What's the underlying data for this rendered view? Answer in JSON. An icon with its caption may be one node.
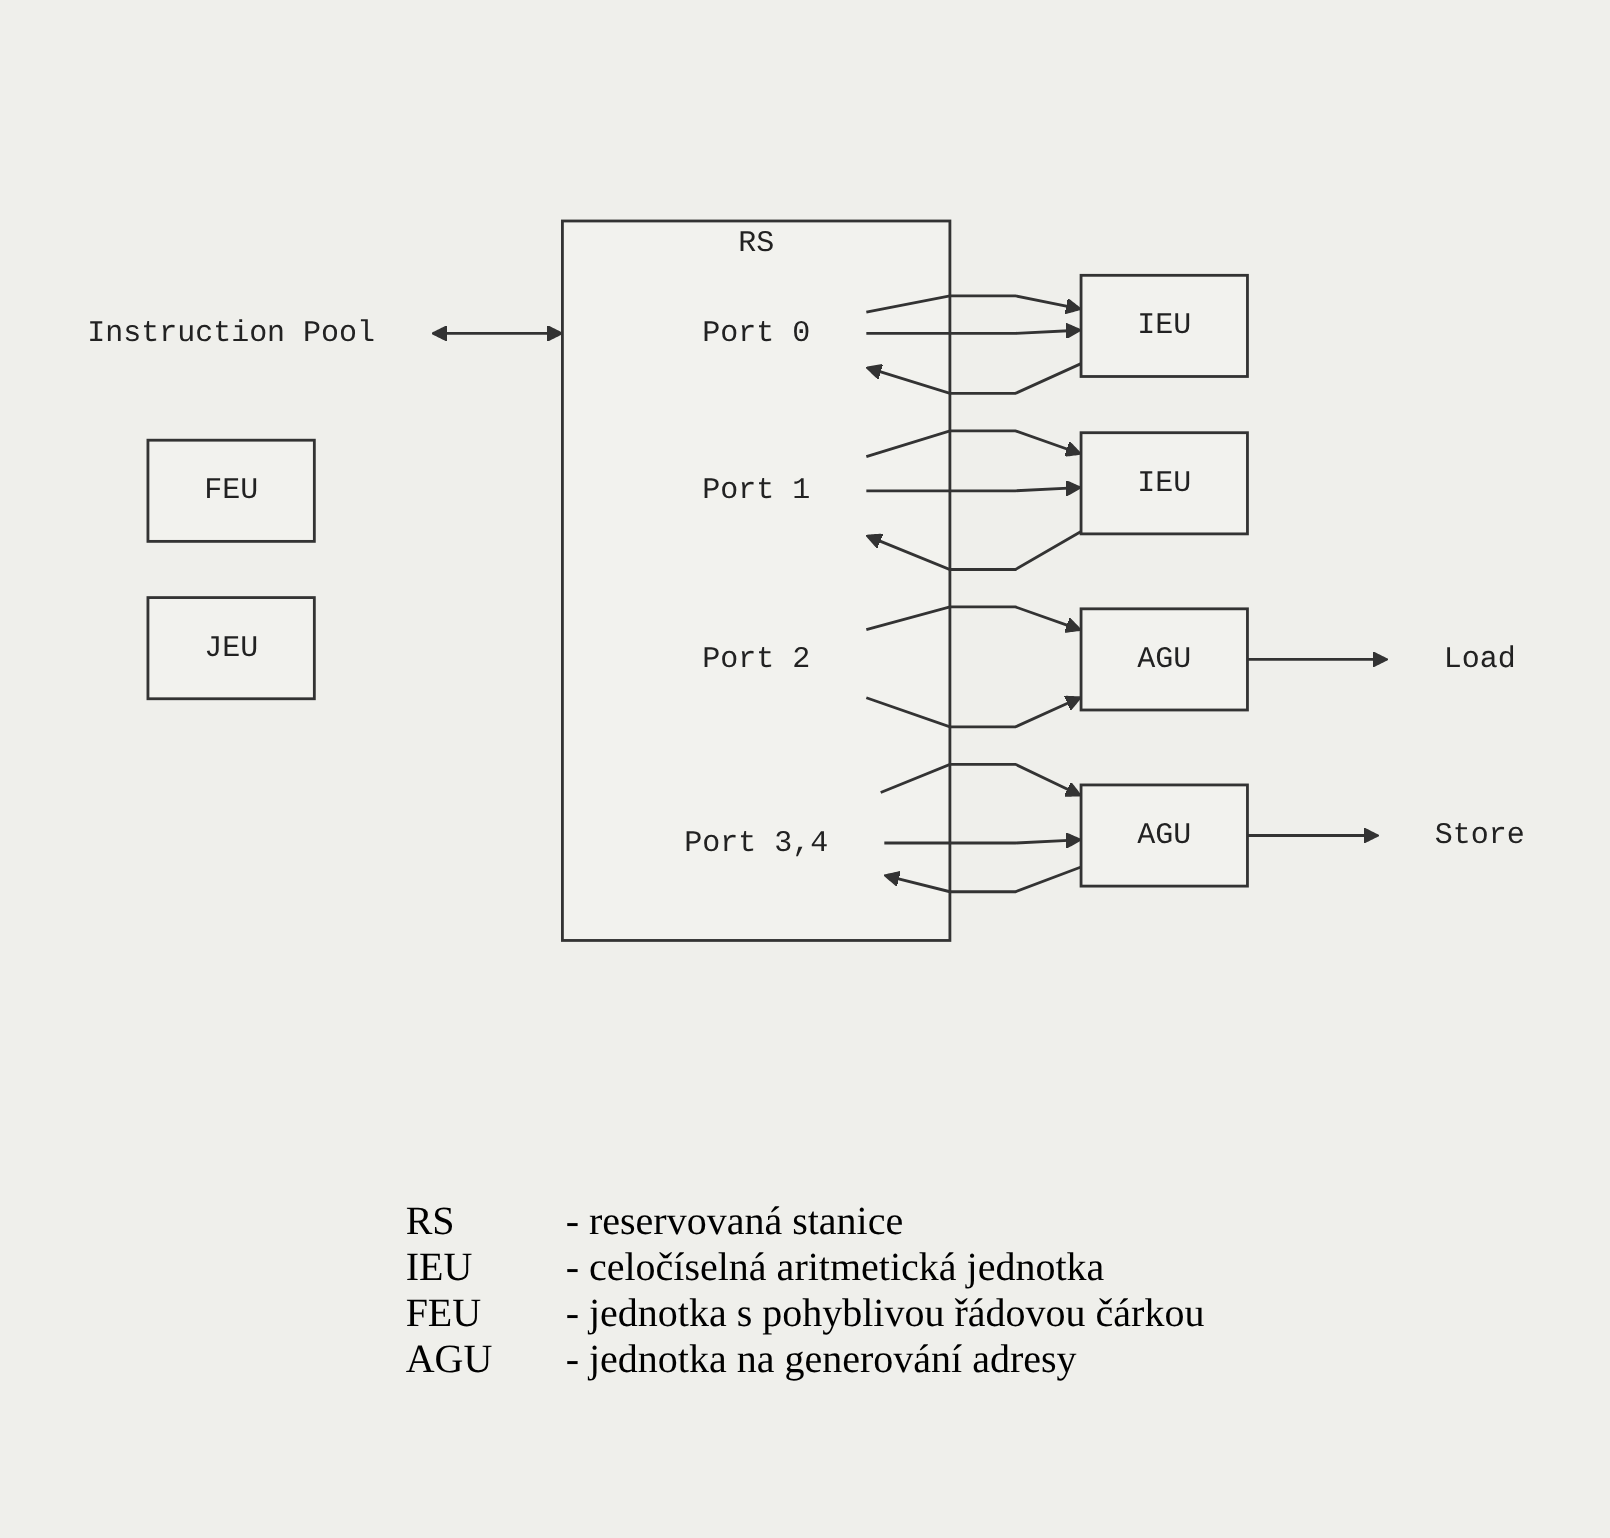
{
  "diagram": {
    "nodes": [
      {
        "text": [
          "Instruction Pool"
        ]
      },
      {
        "text": [
          "RS"
        ]
      },
      {
        "text": [
          "Port 0"
        ],
        "in": 1
      },
      {
        "text": [
          "Port 1"
        ],
        "in": 1
      },
      {
        "text": [
          "Port 2"
        ],
        "in": 1
      },
      {
        "text": [
          "Port 3,4"
        ],
        "in": 1
      },
      {
        "text": [
          "FEU"
        ]
      },
      {
        "text": [
          "IEU"
        ]
      },
      {
        "text": [
          "JEU"
        ]
      },
      {
        "text": [
          "IEU"
        ]
      },
      {
        "text": [
          "AGU"
        ]
      },
      {
        "text": [
          "AGU"
        ]
      },
      {
        "text": [
          "Load"
        ]
      },
      {
        "text": [
          "Store"
        ]
      }
    ],
    "edges": [
      {
        "from": 0,
        "to": 1,
        "arrow": "both"
      },
      {
        "from": 2,
        "to": 7,
        "arrow": "to"
      },
      {
        "from": 2,
        "to": 7,
        "arrow": "to"
      },
      {
        "from": 7,
        "to": 2,
        "arrow": "to"
      },
      {
        "from": 3,
        "to": 9,
        "arrow": "to"
      },
      {
        "from": 3,
        "to": 9,
        "arrow": "to"
      },
      {
        "from": 9,
        "to": 3,
        "arrow": "to"
      },
      {
        "from": 4,
        "to": 10,
        "arrow": "to"
      },
      {
        "from": 4,
        "to": 10,
        "arrow": "to"
      },
      {
        "from": 5,
        "to": 11,
        "arrow": "to"
      },
      {
        "from": 5,
        "to": 11,
        "arrow": "to"
      },
      {
        "from": 11,
        "to": 5,
        "arrow": "to"
      },
      {
        "from": 10,
        "to": 12,
        "arrow": "to"
      },
      {
        "from": 11,
        "to": 13,
        "arrow": "to"
      }
    ],
    "labels": [
      "RS",
      "- reservovaná stanice",
      "IEU",
      "- celočíselná aritmetická jednotka",
      "FEU",
      "- jednotka s pohyblivou řádovou čárkou",
      "AGU",
      "- jednotka na generování adresy"
    ]
  }
}
